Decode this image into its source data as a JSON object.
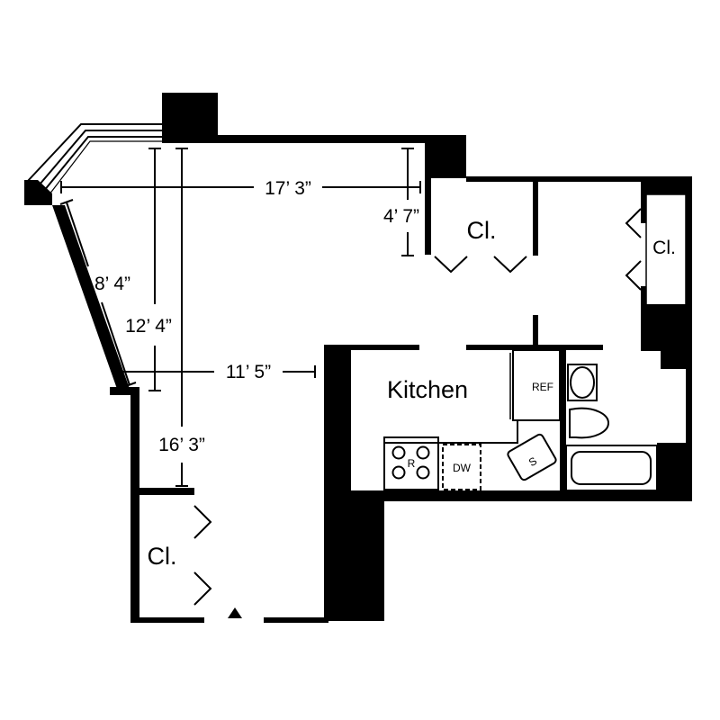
{
  "plan": {
    "colors": {
      "wall": "#000000",
      "background": "#ffffff"
    },
    "rooms": {
      "kitchen": "Kitchen",
      "closet_top": "Cl.",
      "closet_right": "Cl.",
      "closet_left": "Cl."
    },
    "dimensions": {
      "living_width": "17’ 3”",
      "bay_depth": "4’ 7”",
      "angled_wall": "8’ 4”",
      "inner_depth": "12’ 4”",
      "lower_width": "11’ 5”",
      "total_depth": "16’ 3”"
    },
    "fixtures": {
      "range": "R",
      "dishwasher": "DW",
      "sink": "S",
      "refrigerator": "REF"
    },
    "icons": {
      "entry_marker": "triangle-up"
    }
  }
}
